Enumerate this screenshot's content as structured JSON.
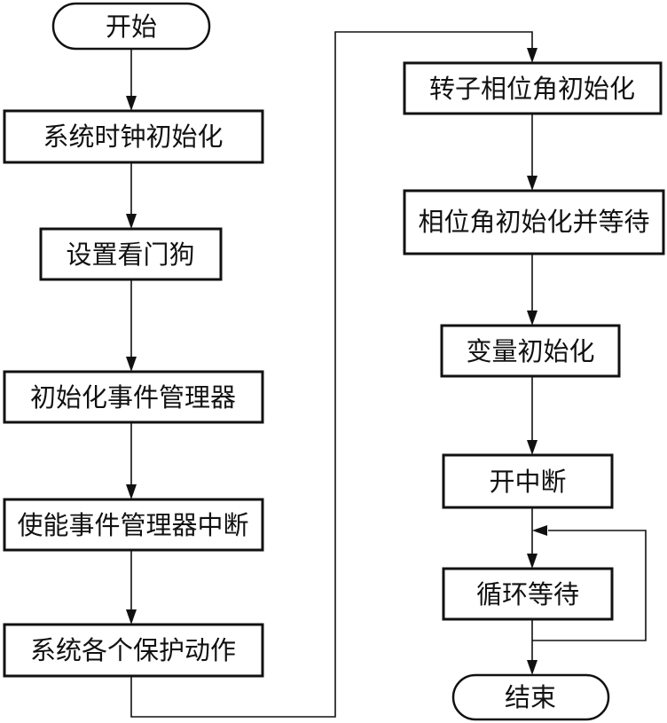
{
  "flowchart": {
    "start": "开始",
    "left_steps": [
      "系统时钟初始化",
      "设置看门狗",
      "初始化事件管理器",
      "使能事件管理器中断",
      "系统各个保护动作"
    ],
    "right_steps": [
      "转子相位角初始化",
      "相位角初始化并等待",
      "变量初始化",
      "开中断",
      "循环等待"
    ],
    "end": "结束"
  }
}
